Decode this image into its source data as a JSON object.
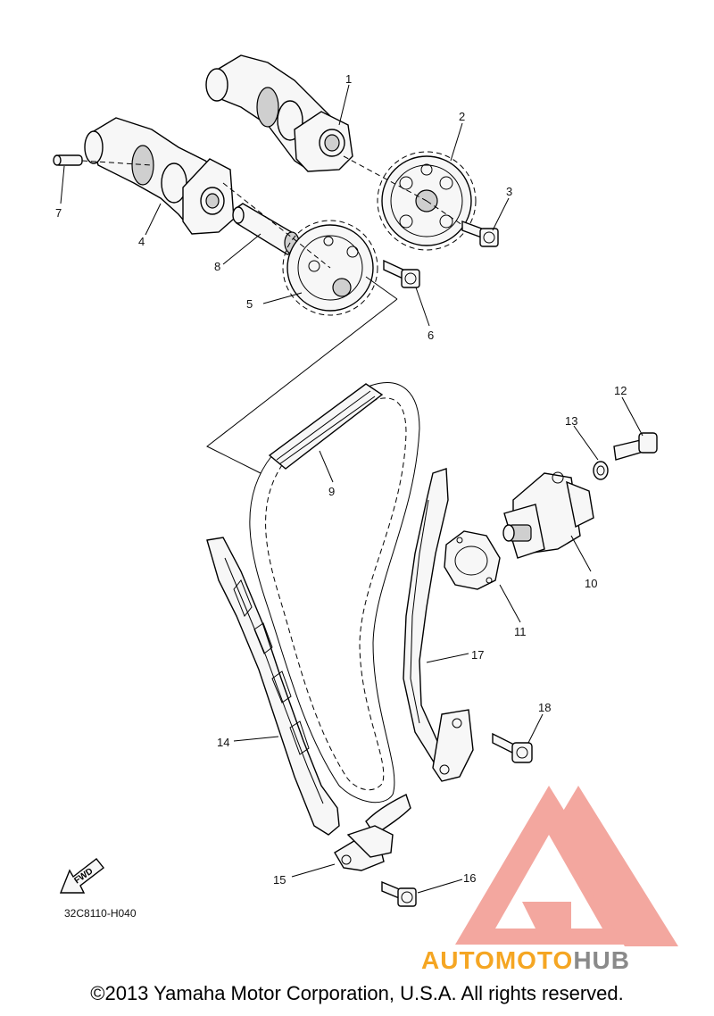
{
  "diagram": {
    "code": "32C8110-H040",
    "fwd_label": "FWD",
    "callouts": [
      "1",
      "2",
      "3",
      "4",
      "5",
      "6",
      "7",
      "8",
      "9",
      "10",
      "11",
      "12",
      "13",
      "14",
      "15",
      "16",
      "17",
      "18"
    ]
  },
  "watermark": {
    "prefix": "AUTOMOTO",
    "suffix": "HUB",
    "prefix_color": "#f5a623",
    "suffix_color": "#8a8a8a",
    "logo_color": "#f08a80"
  },
  "footer": {
    "copyright": "©2013 Yamaha Motor Corporation, U.S.A. All rights reserved."
  }
}
